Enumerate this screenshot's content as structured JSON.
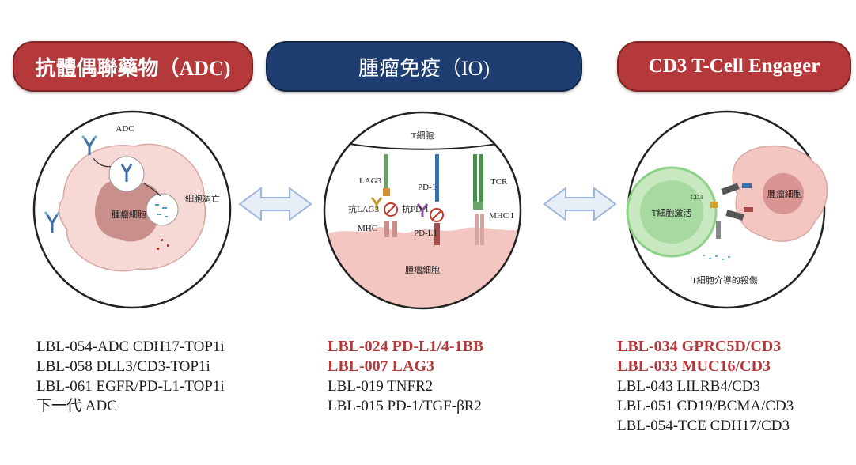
{
  "sections": {
    "adc": {
      "title": "抗體偶聯藥物（ADC)",
      "diagram": {
        "label_adc": "ADC",
        "label_tumor": "腫瘤細胞",
        "label_apoptosis": "細胞凋亡"
      },
      "items": [
        {
          "text": "LBL-054-ADC CDH17-TOP1i",
          "highlight": false
        },
        {
          "text": "LBL-058 DLL3/CD3-TOP1i",
          "highlight": false
        },
        {
          "text": "LBL-061 EGFR/PD-L1-TOP1i",
          "highlight": false
        },
        {
          "text": "下一代 ADC",
          "highlight": false
        }
      ]
    },
    "io": {
      "title": "腫瘤免疫（IO)",
      "diagram": {
        "label_tcell": "T細胞",
        "label_lag3": "LAG3",
        "label_anti_lag3": "抗LAG3",
        "label_mhc": "MHC",
        "label_pd1": "PD-1",
        "label_anti_pd1": "抗PD-1",
        "label_pdl1": "PD-L1",
        "label_tcr": "TCR",
        "label_mhc1": "MHC I",
        "label_tumor": "腫瘤細胞"
      },
      "items": [
        {
          "text": "LBL-024 PD-L1/4-1BB",
          "highlight": true
        },
        {
          "text": "LBL-007 LAG3",
          "highlight": true
        },
        {
          "text": "LBL-019 TNFR2",
          "highlight": false
        },
        {
          "text": "LBL-015 PD-1/TGF-βR2",
          "highlight": false
        }
      ]
    },
    "tce": {
      "title": "CD3 T-Cell Engager",
      "diagram": {
        "label_cd3": "CD3",
        "label_tcell_active": "T細胞激活",
        "label_tumor": "腫瘤細胞",
        "label_killing": "T細胞介導的殺傷"
      },
      "items": [
        {
          "text": "LBL-034 GPRC5D/CD3",
          "highlight": true
        },
        {
          "text": "LBL-033 MUC16/CD3",
          "highlight": true
        },
        {
          "text": "LBL-043 LILRB4/CD3",
          "highlight": false
        },
        {
          "text": "LBL-051 CD19/BCMA/CD3",
          "highlight": false
        },
        {
          "text": "LBL-054-TCE CDH17/CD3",
          "highlight": false
        }
      ]
    }
  },
  "colors": {
    "red": "#b5393b",
    "navy": "#1e3d70",
    "tumor_pink": "#f3c6c2",
    "tcell_green": "#8fd18a",
    "arrow_blue": "#9fb6dc"
  }
}
